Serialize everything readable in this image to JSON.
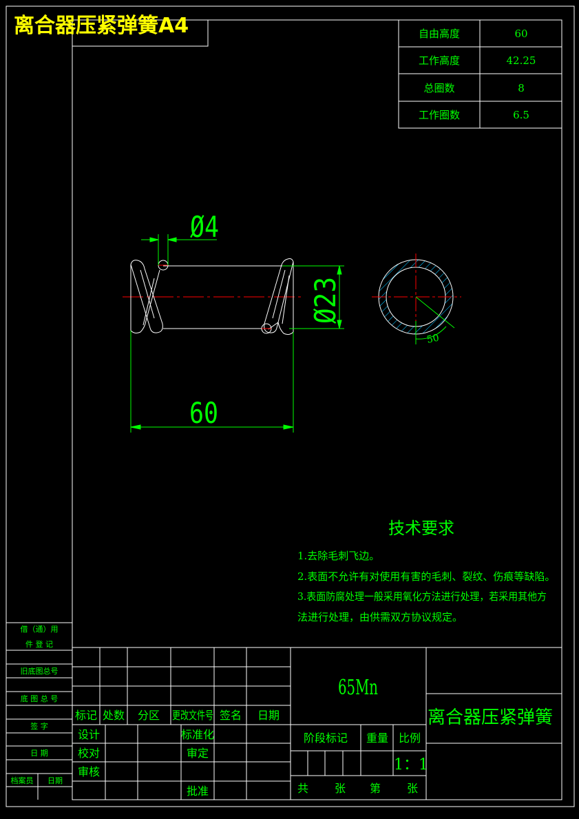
{
  "sheet_title": "离合器压紧弹簧A4",
  "params": [
    {
      "label": "自由高度",
      "value": "60"
    },
    {
      "label": "工作高度",
      "value": "42.25"
    },
    {
      "label": "总圈数",
      "value": "8"
    },
    {
      "label": "工作圈数",
      "value": "6.5"
    }
  ],
  "dims": {
    "wire": "Ø4",
    "outer": "Ø23",
    "length": "60",
    "angle": "50"
  },
  "tech": {
    "heading": "技术要求",
    "items": [
      "1.去除毛刺飞边。",
      "2.表面不允许有对使用有害的毛刺、裂纹、伤痕等缺陷。",
      "3.表面防腐处理一般采用氧化方法进行处理，若采用其他方",
      "法进行处理，由供需双方协议规定。"
    ]
  },
  "left_strip": {
    "borrow1": "借（通）用",
    "borrow2": "件 登 记",
    "old_base": "旧底图总号",
    "base_no": "底 图 总 号",
    "sign": "签    字",
    "date": "日    期",
    "archivist": "档案员",
    "date2": "日期"
  },
  "title_block": {
    "material": "65Mn",
    "part_name": "离合器压紧弹簧",
    "headers": [
      "标记",
      "处数",
      "分区",
      "更改文件号",
      "签名",
      "日期"
    ],
    "design": "设计",
    "check": "校对",
    "review": "审核",
    "standard": "标准化",
    "approve_review": "审定",
    "approve": "批准",
    "stage": "阶段标记",
    "weight": "重量",
    "scale_label": "比例",
    "scale": "1：1",
    "total": "共",
    "sheets": "张",
    "nth": "第",
    "sheet2": "张"
  },
  "colors": {
    "frame": "#ffffff",
    "dim": "#00ff00",
    "center": "#ff0000",
    "hatch": "#00bfff",
    "title": "#ffff00"
  }
}
